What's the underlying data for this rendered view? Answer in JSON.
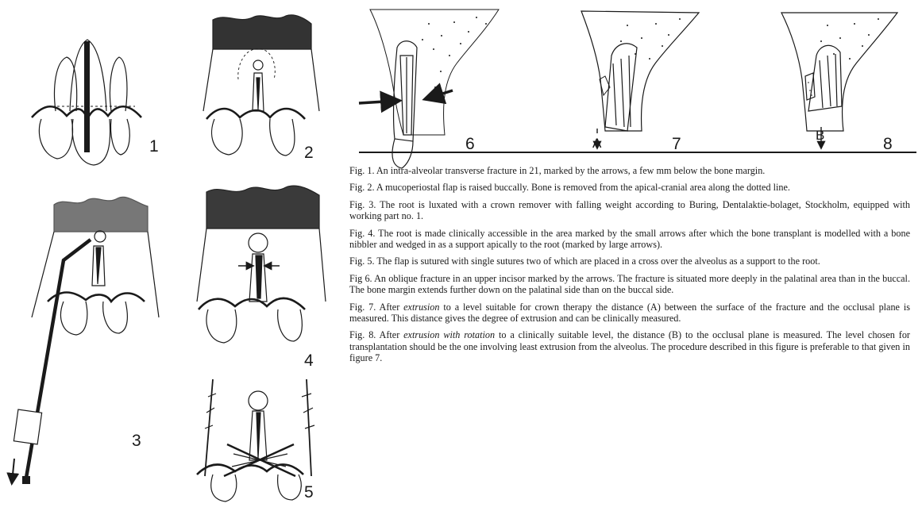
{
  "figures": {
    "fig1_number": "1",
    "fig2_number": "2",
    "fig3_number": "3",
    "fig4_number": "4",
    "fig5_number": "5",
    "fig6_number": "6",
    "fig7_number": "7",
    "fig8_number": "8",
    "fig7_marker": "A",
    "fig8_marker": "B"
  },
  "captions": [
    {
      "text": "Fig. 1. An intra-alveolar transverse fracture in 21, marked by the arrows, a few mm below the bone margin."
    },
    {
      "text": "Fig. 2. A mucoperiostal flap is raised buccally. Bone is removed from the apical-cranial area along the dotted line."
    },
    {
      "text": "Fig. 3. The root is luxated with a crown remover with falling weight according to Buring, Dentalaktie-bolaget, Stockholm, equipped with working part no. 1."
    },
    {
      "text": "Fig. 4. The root is made clinically accessible in the area marked by the small arrows after which the bone transplant is modelled with a bone nibbler and wedged in as a support apically to the root (marked by large arrows)."
    },
    {
      "text": "Fig. 5. The flap is sutured with single sutures two of which are placed in a cross over the alveolus as a support to the root."
    },
    {
      "text": "Fig 6. An oblique fracture in an upper incisor marked by the arrows. The fracture is situated more deeply in the palatinal area than in the buccal. The bone margin extends further down on the palatinal side than on the buccal side."
    },
    {
      "pre": "Fig. 7. After ",
      "em": "extrusion",
      "post": " to a level suitable for crown therapy the distance (A) between the surface of the fracture and the occlusal plane is measured. This distance gives the degree of extrusion and can be clinically measured."
    },
    {
      "pre": "Fig. 8. After ",
      "em": "extrusion with rotation",
      "post": " to a clinically suitable level, the distance (B) to the occlusal plane is measured. The level chosen for transplantation should be the one involving least extrusion from the alveolus. The procedure described in this figure is preferable to that given in figure 7."
    }
  ]
}
